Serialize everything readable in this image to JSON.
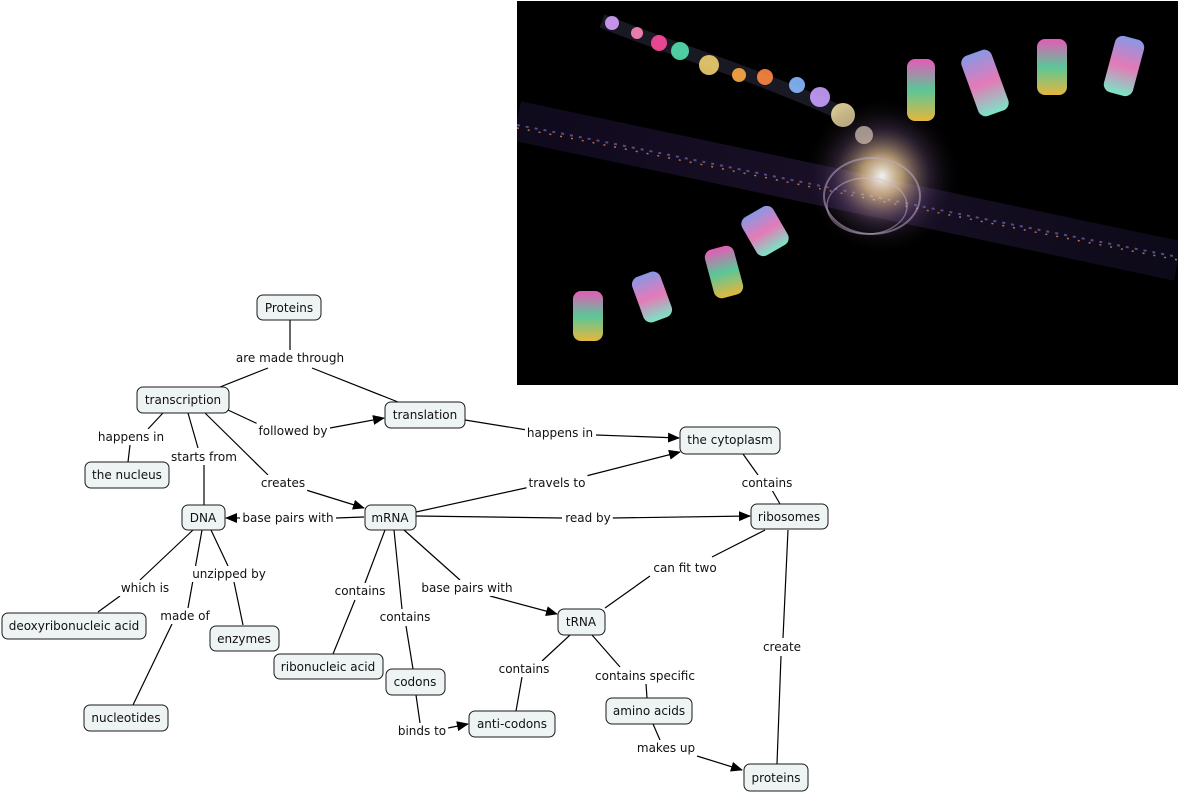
{
  "nodes": {
    "proteins_top": "Proteins",
    "transcription": "transcription",
    "translation": "translation",
    "the_nucleus": "the nucleus",
    "the_cytoplasm": "the cytoplasm",
    "dna": "DNA",
    "mrna": "mRNA",
    "ribosomes": "ribosomes",
    "deoxyribonucleic_acid": "deoxyribonucleic acid",
    "enzymes": "enzymes",
    "nucleotides": "nucleotides",
    "ribonucleic_acid": "ribonucleic acid",
    "codons": "codons",
    "trna": "tRNA",
    "anti_codons": "anti-codons",
    "amino_acids": "amino acids",
    "proteins_bottom": "proteins"
  },
  "links": {
    "are_made_through": "are made through",
    "happens_in_1": "happens in",
    "followed_by": "followed by",
    "happens_in_2": "happens in",
    "starts_from": "starts from",
    "creates": "creates",
    "travels_to": "travels to",
    "base_pairs_with_1": "base pairs with",
    "read_by": "read by",
    "contains_1": "contains",
    "which_is": "which is",
    "unzipped_by": "unzipped by",
    "made_of": "made of",
    "contains_2": "contains",
    "contains_3": "contains",
    "base_pairs_with_2": "base pairs with",
    "can_fit_two": "can fit two",
    "create": "create",
    "contains_4": "contains",
    "contains_specific": "contains specific",
    "binds_to": "binds to",
    "makes_up": "makes up"
  },
  "colors": {
    "node_fill": "#eef4f4",
    "node_stroke": "#1a1a1a",
    "photo_bg": "#000000"
  }
}
